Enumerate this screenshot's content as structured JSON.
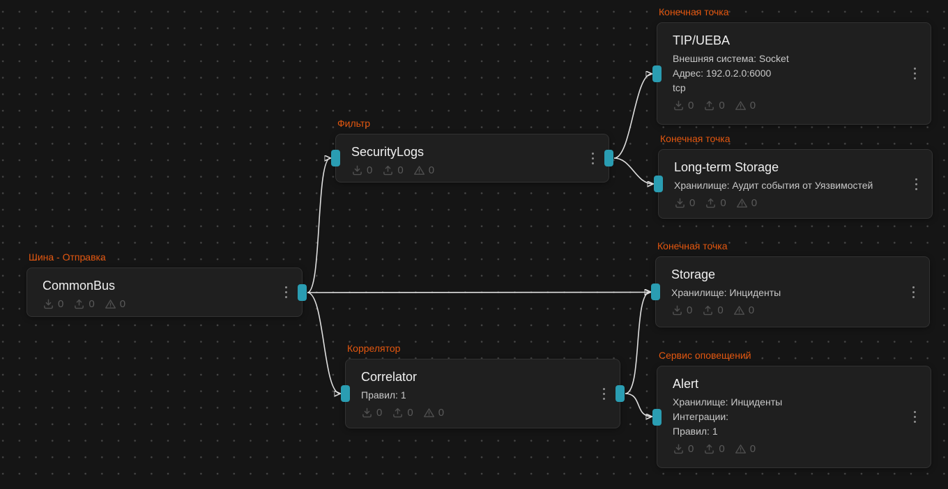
{
  "theme": {
    "background": "#151515",
    "grid_dot_color": "#474747",
    "node_background": "#1f1f1f",
    "node_border": "#323232",
    "type_label_color": "#e4570f",
    "title_color": "#f0f0f0",
    "body_text_color": "#c8c8c8",
    "stats_color": "#4f4f4f",
    "handle_color": "#2a9db2",
    "edge_color": "#e0e0e0"
  },
  "icons": {
    "received": "download-icon",
    "sent": "upload-icon",
    "errors": "warning-icon",
    "menu": "kebab-menu-icon",
    "handle": "connection-handle"
  },
  "nodes": [
    {
      "id": "commonbus",
      "type_label": "Шина - Отправка",
      "title": "CommonBus",
      "lines": [],
      "stats": {
        "received": "0",
        "sent": "0",
        "errors": "0"
      }
    },
    {
      "id": "securitylogs",
      "type_label": "Фильтр",
      "title": "SecurityLogs",
      "lines": [],
      "stats": {
        "received": "0",
        "sent": "0",
        "errors": "0"
      }
    },
    {
      "id": "correlator",
      "type_label": "Коррелятор",
      "title": "Correlator",
      "lines": [
        "Правил: 1"
      ],
      "stats": {
        "received": "0",
        "sent": "0",
        "errors": "0"
      }
    },
    {
      "id": "tip-ueba",
      "type_label": "Конечная точка",
      "title": "TIP/UEBA",
      "lines": [
        "Внешняя система: Socket",
        "Адрес: 192.0.2.0:6000",
        "tcp"
      ],
      "stats": {
        "received": "0",
        "sent": "0",
        "errors": "0"
      }
    },
    {
      "id": "long-term-storage",
      "type_label": "Конечная точка",
      "title": "Long-term Storage",
      "lines": [
        "Хранилище: Аудит события от Уязвимостей"
      ],
      "stats": {
        "received": "0",
        "sent": "0",
        "errors": "0"
      }
    },
    {
      "id": "storage",
      "type_label": "Конечная точка",
      "title": "Storage",
      "lines": [
        "Хранилище: Инциденты"
      ],
      "stats": {
        "received": "0",
        "sent": "0",
        "errors": "0"
      }
    },
    {
      "id": "alert",
      "type_label": "Сервис оповещений",
      "title": "Alert",
      "lines": [
        "Хранилище: Инциденты",
        "Интеграции:",
        "Правил: 1"
      ],
      "stats": {
        "received": "0",
        "sent": "0",
        "errors": "0"
      }
    }
  ],
  "edges": [
    {
      "from": "CommonBus",
      "to": "SecurityLogs"
    },
    {
      "from": "CommonBus",
      "to": "Storage"
    },
    {
      "from": "CommonBus",
      "to": "Correlator"
    },
    {
      "from": "SecurityLogs",
      "to": "TIP/UEBA"
    },
    {
      "from": "SecurityLogs",
      "to": "Long-term Storage"
    },
    {
      "from": "Correlator",
      "to": "Storage"
    },
    {
      "from": "Correlator",
      "to": "Alert"
    }
  ]
}
